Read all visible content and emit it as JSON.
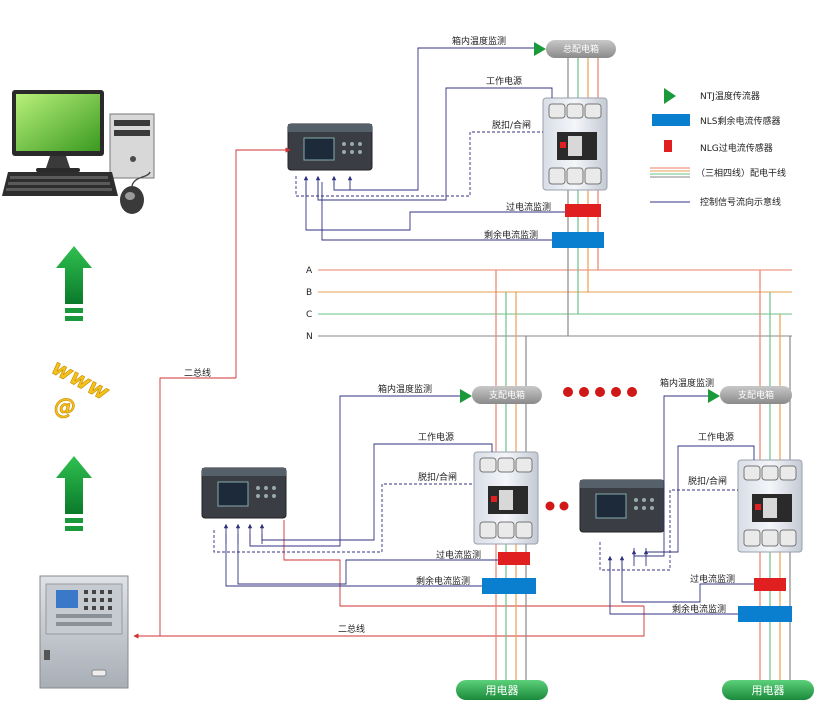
{
  "labels": {
    "temp_monitor": "箱内温度监测",
    "work_power": "工作电源",
    "trip_close": "脱扣/合闸",
    "overcurrent": "过电流监测",
    "residual": "剩余电流监测",
    "bus": "二总线",
    "main_box": "总配电箱",
    "branch_box": "支配电箱",
    "consumer": "用电器",
    "www": "www",
    "at": "@"
  },
  "bus_letters": [
    "A",
    "B",
    "C",
    "N"
  ],
  "legend": [
    {
      "icon": "triangle",
      "color": "#1a9a3a",
      "label": "NTJ温度传流器"
    },
    {
      "icon": "rect",
      "color": "#0a7fd0",
      "label": "NLS剩余电流传感器"
    },
    {
      "icon": "small-rect",
      "color": "#e02020",
      "label": "NLG过电流传感器"
    },
    {
      "icon": "lines",
      "color": "#e07a30",
      "label": "（三相四线）配电干线"
    },
    {
      "icon": "line",
      "color": "#303080",
      "label": "控制信号流向示意线"
    }
  ],
  "colors": {
    "phase_a": "#e8826a",
    "phase_b": "#e8a050",
    "phase_c": "#6cc08a",
    "neutral": "#8a8a8a",
    "signal": "#303080",
    "bus_red": "#d03030",
    "pill_gray": "#9a9a9a",
    "pill_green": "#2aa84a",
    "arrow_green": "#1a9a3a",
    "ct_blue": "#0a7fd0",
    "ct_red": "#e02020",
    "dot_red": "#d01818"
  }
}
